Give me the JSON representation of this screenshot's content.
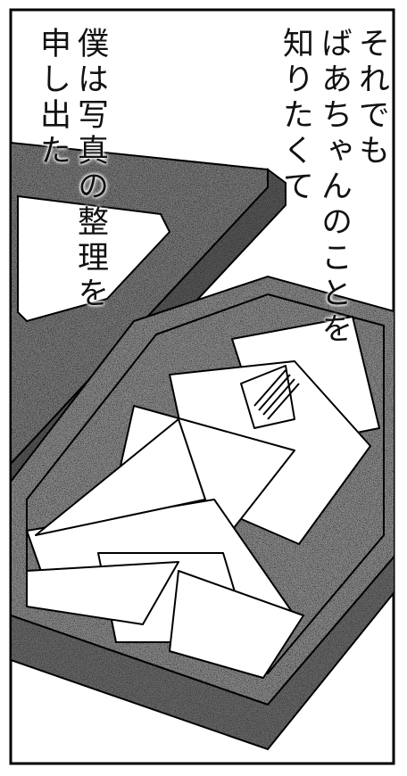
{
  "caption_right": {
    "lines": [
      "それでも",
      "ばあちゃんのことを",
      "知りたくて"
    ]
  },
  "caption_left": {
    "lines": [
      "僕は写真の整理を",
      "申し出た"
    ]
  }
}
